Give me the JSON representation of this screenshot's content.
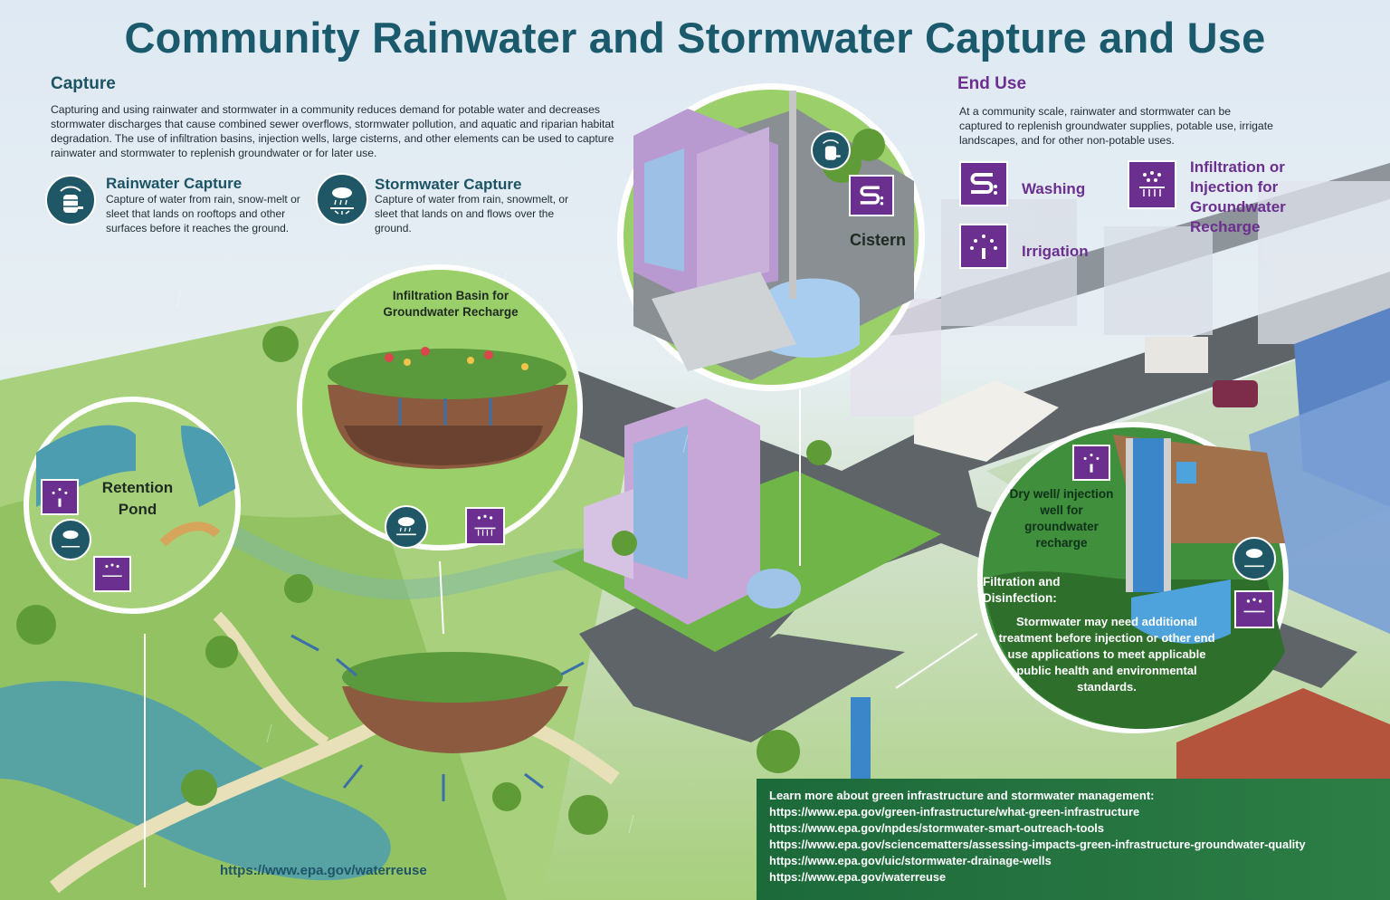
{
  "title": "Community Rainwater and Stormwater Capture and Use",
  "capture": {
    "heading": "Capture",
    "paragraph": "Capturing and using rainwater and stormwater in a community reduces demand for potable water and decreases stormwater discharges that cause combined sewer overflows, stormwater pollution, and aquatic and riparian habitat degradation. The use of infiltration basins, injection wells, large cisterns, and other elements can be used to capture rainwater and stormwater to replenish groundwater or for later use.",
    "rainwater": {
      "title": "Rainwater Capture",
      "text": "Capture of water from rain, snow-melt or sleet that lands on rooftops and other surfaces before it reaches the ground.",
      "icon": "rain-barrel-icon"
    },
    "stormwater": {
      "title": "Stormwater Capture",
      "text": "Capture of water from rain, snowmelt, or sleet that lands on and flows over the ground.",
      "icon": "rain-cloud-ground-icon"
    }
  },
  "end_use": {
    "heading": "End Use",
    "paragraph": "At a community scale, rainwater and stormwater can be captured to replenish groundwater supplies, potable use, irrigate landscapes, and for other non-potable uses.",
    "items": [
      {
        "label": "Washing",
        "icon": "washing-faucet-icon"
      },
      {
        "label": "Irrigation",
        "icon": "sprinkler-icon"
      },
      {
        "label": "Infiltration or Injection for Groundwater Recharge",
        "icon": "groundwater-recharge-icon"
      }
    ]
  },
  "circles": {
    "cistern": "Cistern",
    "retention_pond": "Retention Pond",
    "infiltration_basin": "Infiltration Basin for Groundwater Recharge",
    "dry_well": "Dry well/ injection well for groundwater recharge",
    "filtration_title": "Filtration and Disinfection:",
    "filtration_text": "Stormwater may need additional treatment before injection or other end use applications to meet applicable public health and environmental standards."
  },
  "learn_more": {
    "title": "Learn more about green infrastructure and stormwater management:",
    "links": [
      "https://www.epa.gov/green-infrastructure/what-green-infrastructure",
      "https://www.epa.gov/npdes/stormwater-smart-outreach-tools",
      "https://www.epa.gov/sciencematters/assessing-impacts-green-infrastructure-groundwater-quality",
      "https://www.epa.gov/uic/stormwater-drainage-wells",
      "https://www.epa.gov/waterreuse"
    ]
  },
  "bottom_link": "https://www.epa.gov/waterreuse",
  "colors": {
    "teal": "#1c5365",
    "purple": "#6a2f8f",
    "green": "#2d7d46",
    "grass": "#9cc96a",
    "road": "#5f6468"
  }
}
